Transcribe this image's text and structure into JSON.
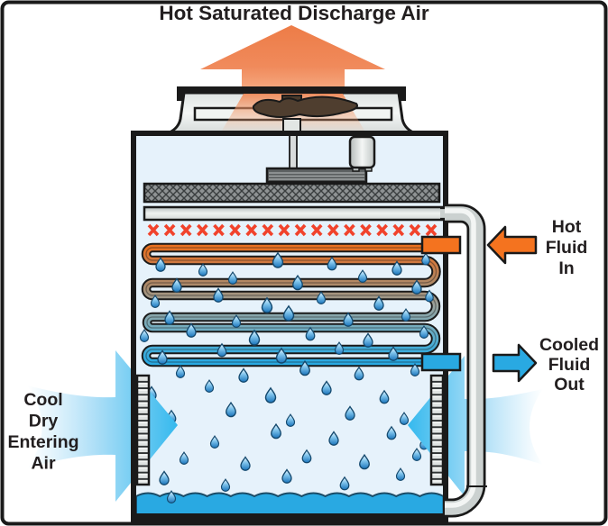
{
  "title": "Hot Saturated Discharge Air",
  "labels": {
    "hot_fluid_in": [
      "Hot",
      "Fluid",
      "In"
    ],
    "cooled_fluid_out": [
      "Cooled",
      "Fluid",
      "Out"
    ],
    "entering_air": [
      "Cool",
      "Dry",
      "Entering",
      "Air"
    ]
  },
  "diagram": {
    "type": "evaporative-cooling-tower",
    "coil_passes": 8,
    "spray": {
      "nozzle_count": 18
    }
  },
  "colors": {
    "hot_fluid": "#F4731F",
    "cooled_fluid": "#29A9E2",
    "basin_water": "#29A9E2",
    "spray_nozzle": "#F1432C",
    "coil_hot": "#E87121",
    "coil_cold": "#29A9E2",
    "entering_air": "#3FBCEE",
    "discharge_air": "#EE7F4D",
    "tower_interior": "#E6F2FB",
    "pipe_gray": "#CBD1D0"
  }
}
